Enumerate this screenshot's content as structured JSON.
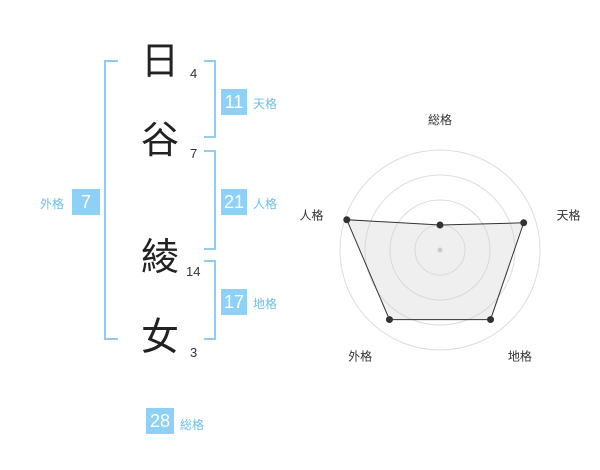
{
  "name": {
    "chars": [
      {
        "char": "日",
        "strokes": "4"
      },
      {
        "char": "谷",
        "strokes": "7"
      },
      {
        "char": "綾",
        "strokes": "14"
      },
      {
        "char": "女",
        "strokes": "3"
      }
    ]
  },
  "fortune": {
    "tenkaku": {
      "value": "11",
      "label": "天格"
    },
    "jinkaku": {
      "value": "21",
      "label": "人格"
    },
    "chikaku": {
      "value": "17",
      "label": "地格"
    },
    "gaikaku": {
      "value": "7",
      "label": "外格"
    },
    "soukaku": {
      "value": "28",
      "label": "総格"
    }
  },
  "colors": {
    "accent": "#8fd0f7",
    "bracket": "#8fcdf5",
    "label": "#6bbde8"
  },
  "chart_data": {
    "type": "radar",
    "axes": [
      "総格",
      "天格",
      "地格",
      "外格",
      "人格"
    ],
    "values": [
      0.25,
      0.88,
      0.86,
      0.86,
      0.98
    ],
    "rings": 4,
    "grid": true
  }
}
